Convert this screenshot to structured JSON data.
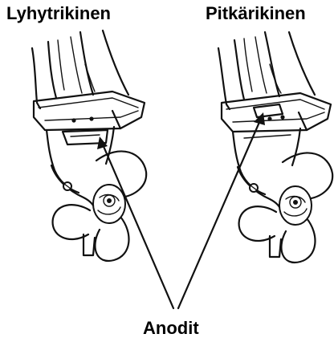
{
  "labels": {
    "short_shaft": "Lyhytrikinen",
    "long_shaft": "Pitkärikinen",
    "anodes": "Anodit"
  }
}
